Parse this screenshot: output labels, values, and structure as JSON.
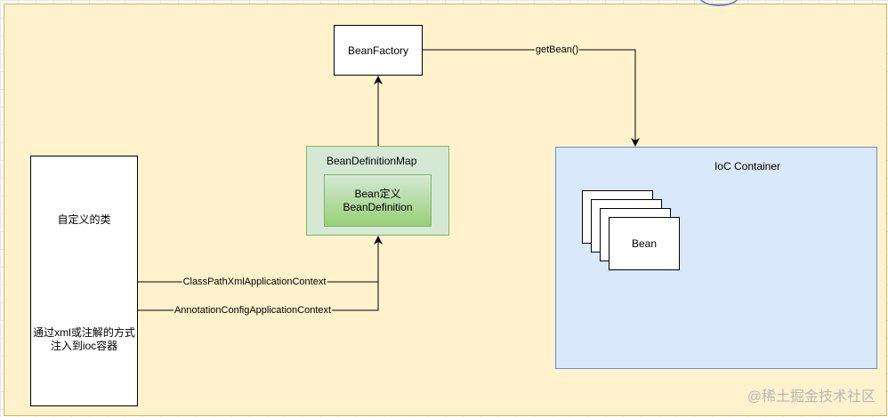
{
  "diagram": {
    "bean_factory": "BeanFactory",
    "get_bean_label": "getBean()",
    "bean_definition_map": "BeanDefinitionMap",
    "bean_definition_line1": "Bean定义",
    "bean_definition_line2": "BeanDefinition",
    "custom_class_title": "自定义的类",
    "custom_class_desc_line1": "通过xml或注解的方式",
    "custom_class_desc_line2": "注入到ioc容器",
    "classpath_context": "ClassPathXmlApplicationContext",
    "annotation_context": "AnnotationConfigApplicationContext",
    "ioc_container": "IoC Container",
    "bean": "Bean"
  },
  "watermark": "@稀土掘金技术社区",
  "colors": {
    "background_panel": "#fff2cc",
    "green_container": "#d5e8d4",
    "green_inner_bottom": "#97d077",
    "blue_container": "#dae8fc"
  }
}
